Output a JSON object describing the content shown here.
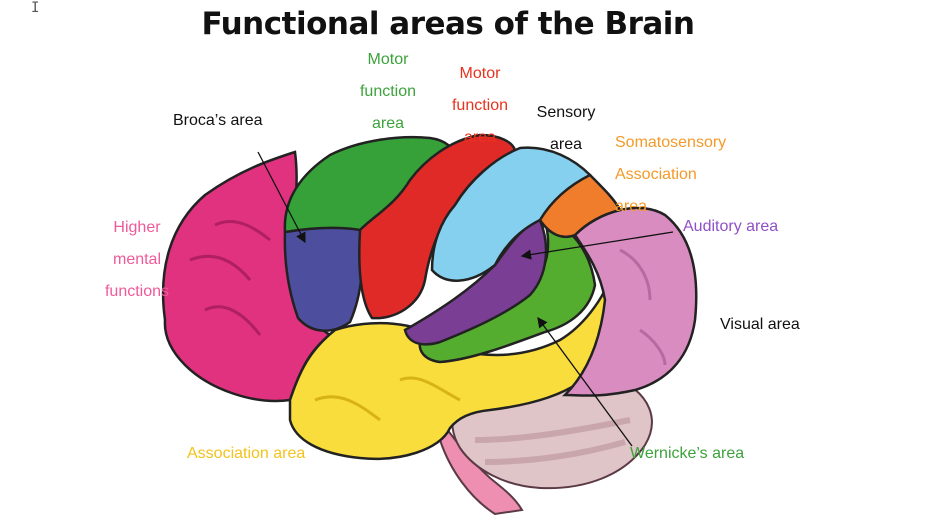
{
  "title": "Functional areas of the Brain",
  "cursor": "I",
  "labels": {
    "motor_green": {
      "lines": [
        "Motor",
        "function",
        "area"
      ],
      "color": "#3ca33c"
    },
    "motor_red": {
      "lines": [
        "Motor",
        "function",
        "area"
      ],
      "color": "#e8321e"
    },
    "sensory": {
      "lines": [
        "Sensory",
        "area"
      ],
      "color": "#111111"
    },
    "somatosensory": {
      "lines": [
        "Somatosensory",
        "Association",
        "area"
      ],
      "color": "#f39a2a"
    },
    "brocas": {
      "text": "Broca’s area",
      "color": "#111111"
    },
    "auditory": {
      "text": "Auditory area",
      "color": "#9150c8"
    },
    "higher": {
      "lines": [
        "Higher",
        "mental",
        "functions"
      ],
      "color": "#ee5a9a"
    },
    "visual": {
      "text": "Visual area",
      "color": "#111111"
    },
    "association": {
      "text": "Association area",
      "color": "#f2c31c"
    },
    "wernickes": {
      "text": "Wernicke’s area",
      "color": "#3ca33c"
    }
  },
  "region_colors": {
    "frontal_pink": "#e0327f",
    "motor_green": "#35a138",
    "motor_red": "#e02a28",
    "sensory_blue": "#86d0ef",
    "somatosensory_orange": "#ef7d2c",
    "brocas_navy": "#4d4f9e",
    "auditory_purple": "#7b3e95",
    "wernicke_green": "#55ad30",
    "association_yellow": "#f9dd3d",
    "visual_lilac": "#d98cc0",
    "cerebellum": "#dfc4c8",
    "brainstem": "#ee8fb1"
  }
}
